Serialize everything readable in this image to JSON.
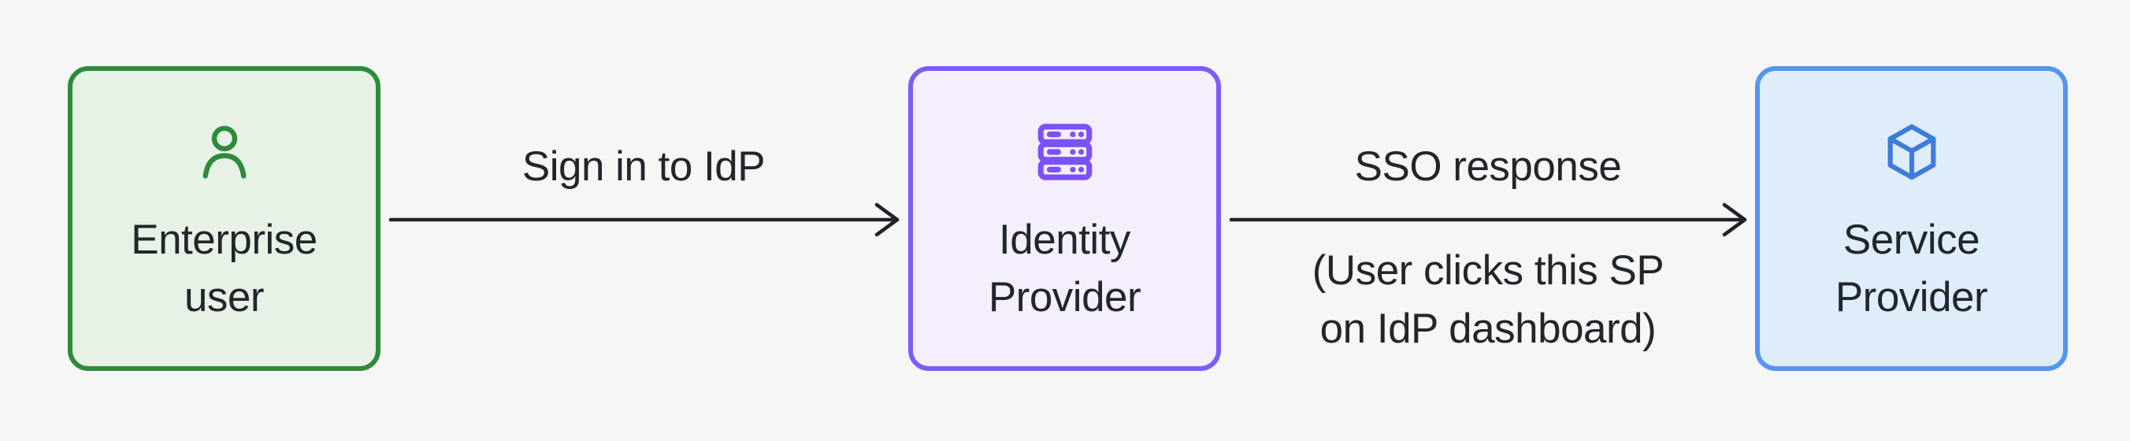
{
  "background": "#f5f6f5",
  "text_color": "#22262a",
  "arrow_color": "#1f2328",
  "nodes": [
    {
      "label": "Enterprise\nuser",
      "icon": "user-icon",
      "border_color": "#2e8b3a",
      "fill_color": "#e7f2e7",
      "icon_color": "#2e8b3a"
    },
    {
      "label": "Identity\nProvider",
      "icon": "server-icon",
      "border_color": "#7c5df7",
      "fill_color": "#f5effd",
      "icon_color": "#7a52f6"
    },
    {
      "label": "Service\nProvider",
      "icon": "cube-icon",
      "border_color": "#5495ee",
      "fill_color": "#dfedfb",
      "icon_color": "#3d7cda"
    }
  ],
  "arrows": [
    {
      "label": "Sign in to IdP"
    },
    {
      "label": "SSO response",
      "sublabel": "(User clicks this SP\non IdP dashboard)"
    }
  ]
}
